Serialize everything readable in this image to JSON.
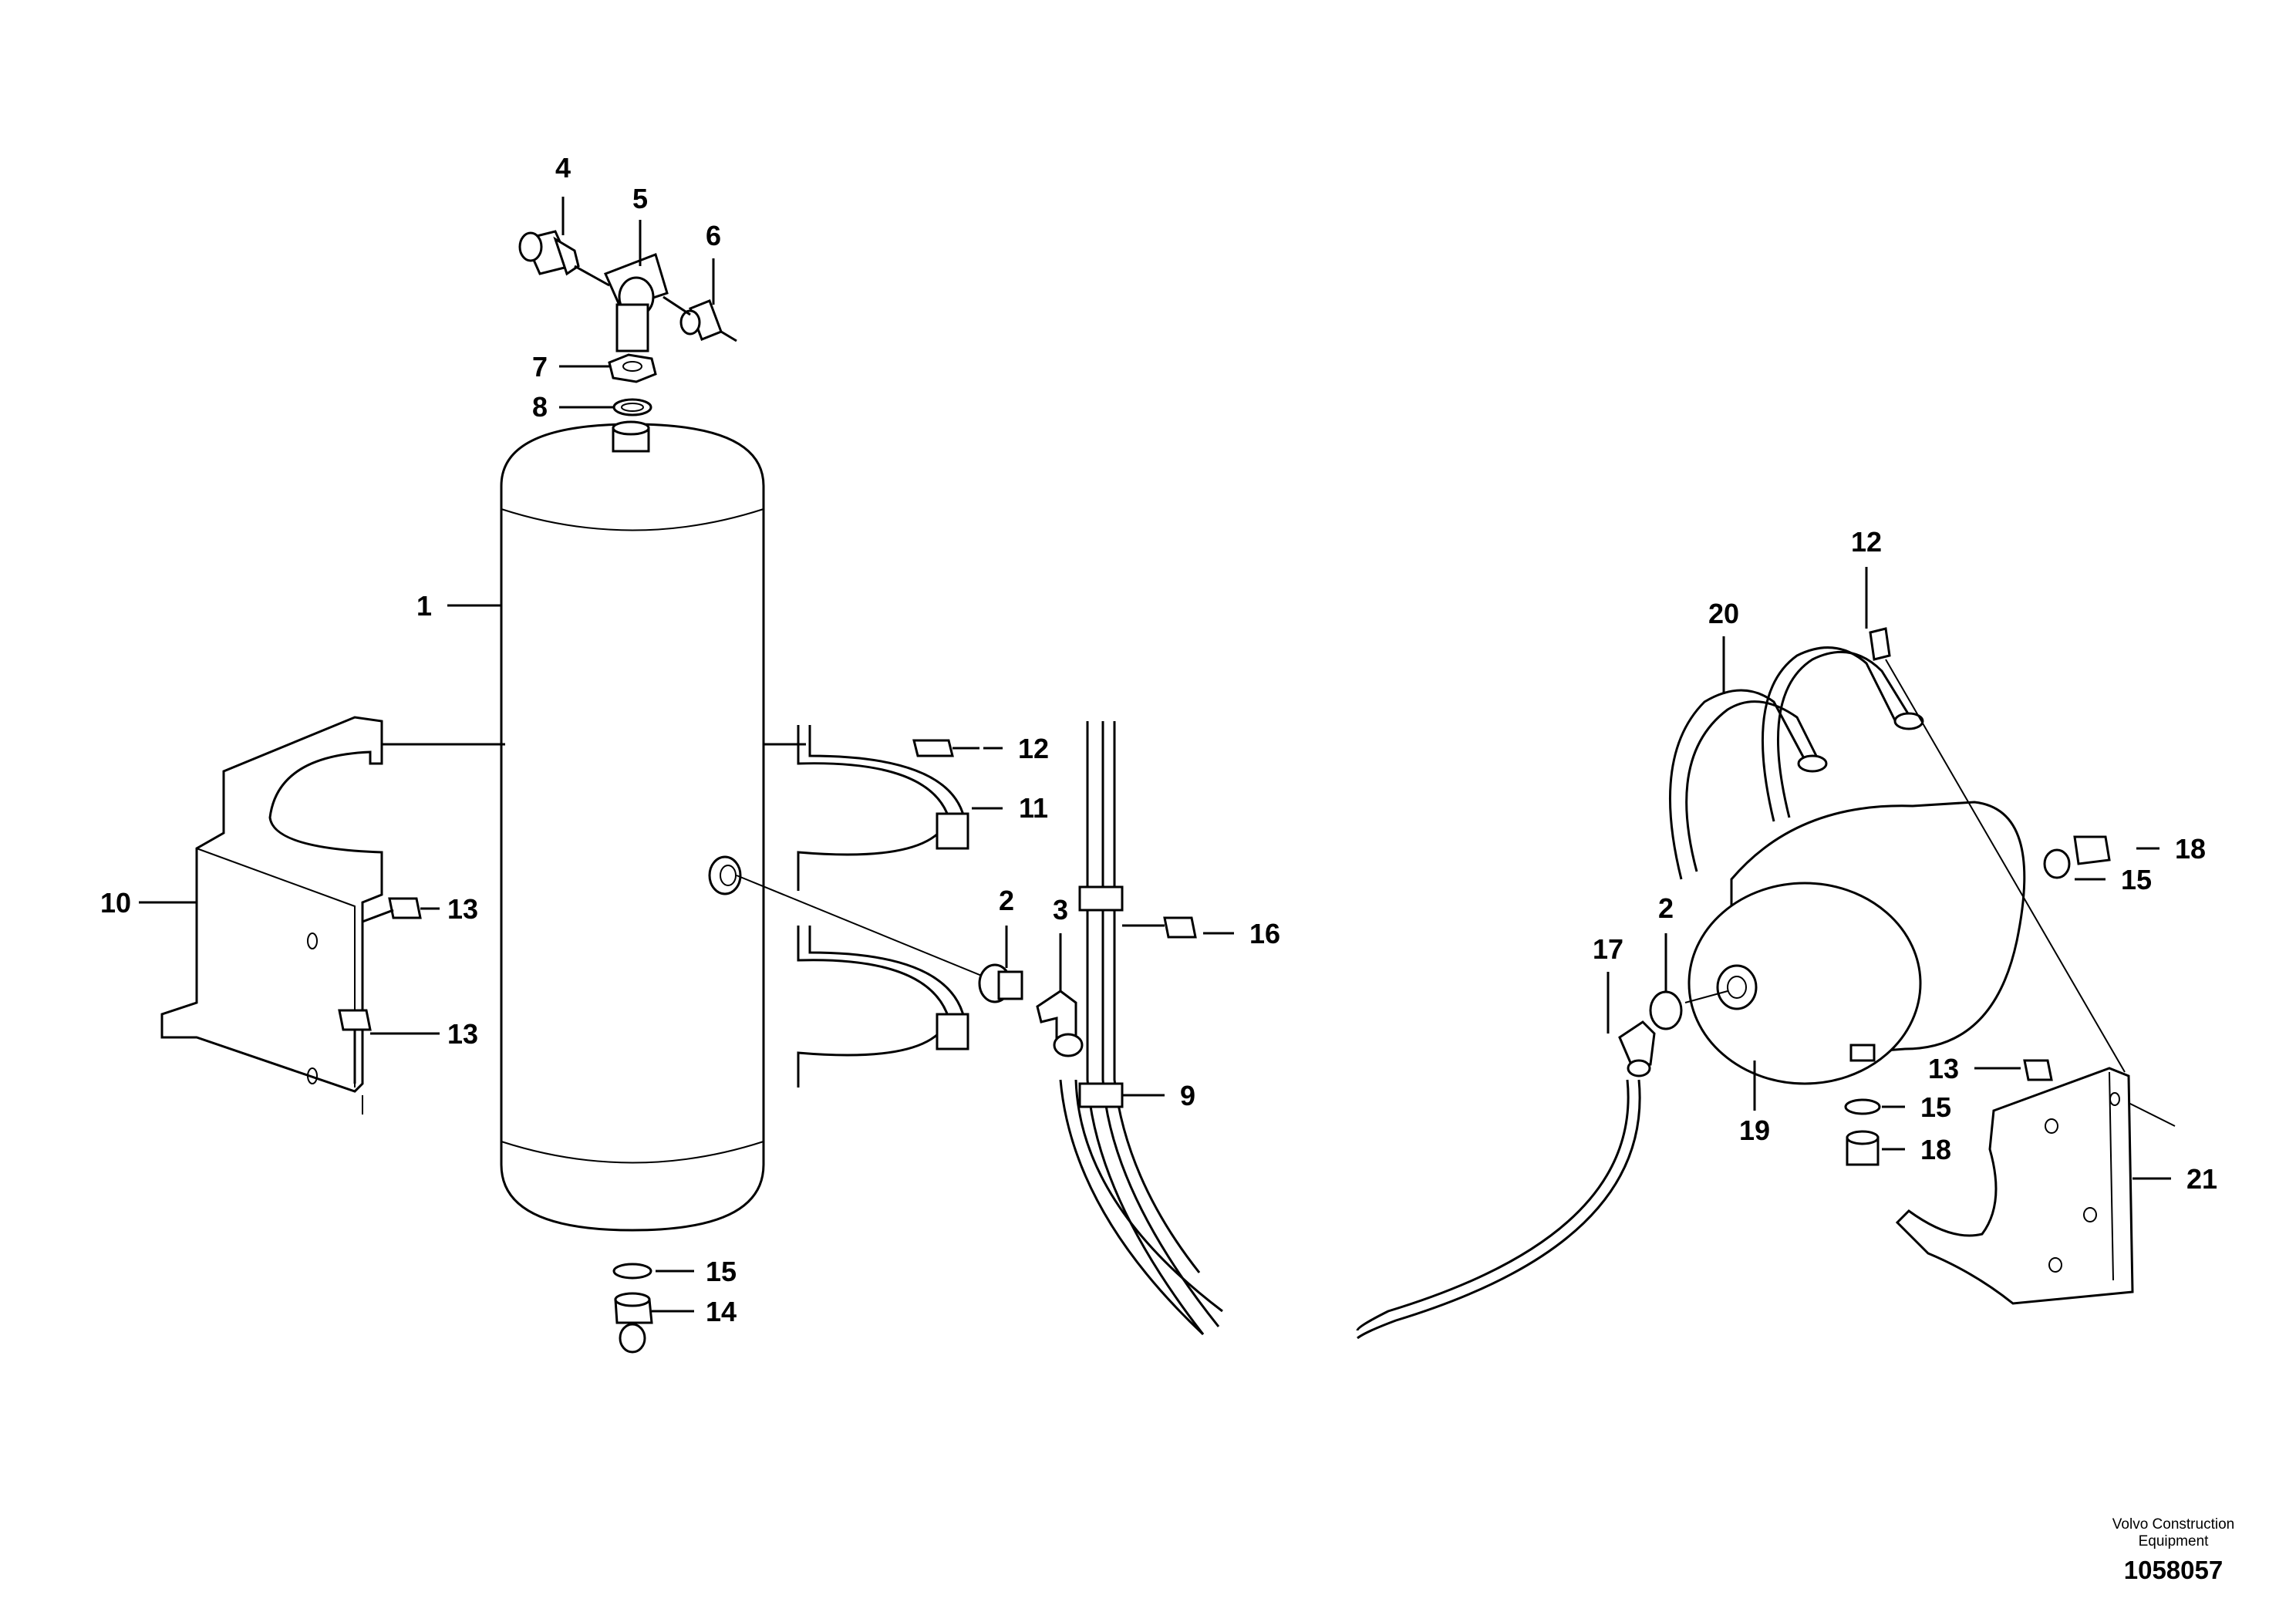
{
  "diagram": {
    "labels": {
      "l1": "1",
      "l2a": "2",
      "l2b": "2",
      "l3": "3",
      "l4": "4",
      "l5": "5",
      "l6": "6",
      "l7": "7",
      "l8": "8",
      "l9": "9",
      "l10": "10",
      "l11": "11",
      "l12a": "12",
      "l12b": "12",
      "l13a": "13",
      "l13b": "13",
      "l13c": "13",
      "l14": "14",
      "l15a": "15",
      "l15b": "15",
      "l15c": "15",
      "l16": "16",
      "l17": "17",
      "l18a": "18",
      "l18b": "18",
      "l19": "19",
      "l20": "20",
      "l21": "21"
    },
    "footer": {
      "company_line1": "Volvo Construction",
      "company_line2": "Equipment",
      "drawing_number": "1058057"
    }
  }
}
